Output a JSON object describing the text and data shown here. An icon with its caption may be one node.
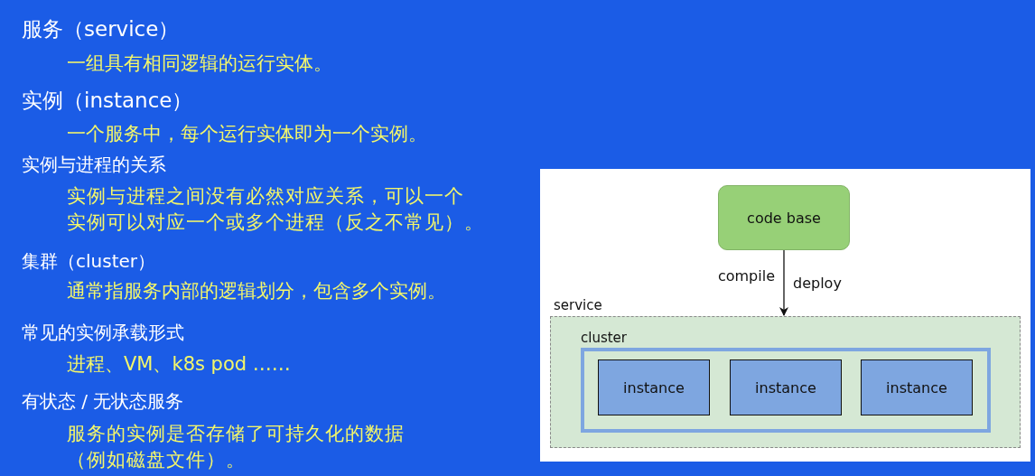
{
  "diagram": {
    "nodes": [
      {
        "text": [
          "code base"
        ]
      },
      {
        "text": [
          "service"
        ]
      },
      {
        "text": [
          "cluster"
        ],
        "in": 1
      },
      {
        "text": [
          "instance"
        ],
        "in": 2
      },
      {
        "text": [
          "instance"
        ],
        "in": 2
      },
      {
        "text": [
          "instance"
        ],
        "in": 2
      }
    ],
    "edges": [
      {
        "from": 0,
        "to": 1,
        "arrow": "to",
        "label": "compile"
      }
    ],
    "labels": [
      "服务（service）",
      "一组具有相同逻辑的运行实体。",
      "实例（instance）",
      "一个服务中，每个运行实体即为一个实例。",
      "实例与进程的关系",
      "实例与进程之间没有必然对应关系，可以一个实例可以对应一个或多个进程（反之不常见）。",
      "集群（cluster）",
      "通常指服务内部的逻辑划分，包含多个实例。",
      "常见的实例承载形式",
      "进程、VM、k8s pod ……",
      "有状态 / 无状态服务",
      "服务的实例是否存储了可持久化的数据（例如磁盘文件）。",
      "deploy"
    ]
  }
}
